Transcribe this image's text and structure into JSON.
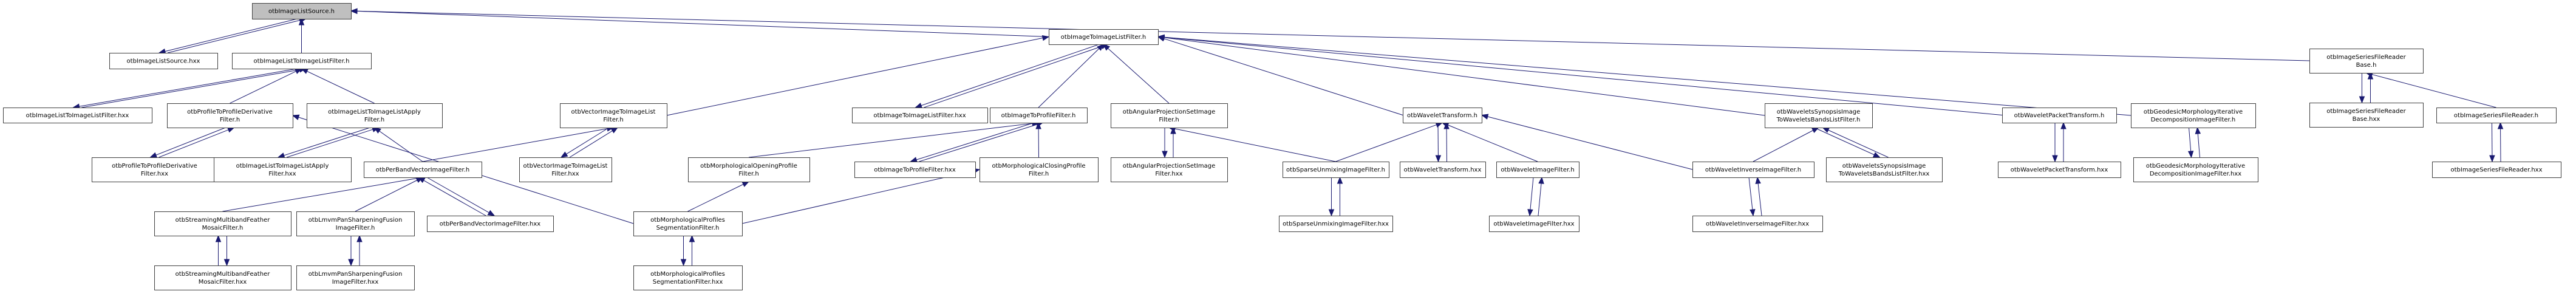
{
  "diagram": {
    "type": "include-dependency-graph",
    "root": "n0",
    "edge_color": "#191970",
    "root_fill": "#bfbfbf",
    "nodes": [
      {
        "id": "n0",
        "lines": [
          "otbImageListSource.h"
        ],
        "root": true
      },
      {
        "id": "n1",
        "lines": [
          "otbImageListSource.hxx"
        ]
      },
      {
        "id": "n2",
        "lines": [
          "otbImageListToImageListFilter.h"
        ]
      },
      {
        "id": "n3",
        "lines": [
          "otbImageListToImageListFilter.hxx"
        ]
      },
      {
        "id": "n4",
        "lines": [
          "otbProfileToProfileDerivative",
          "Filter.h"
        ]
      },
      {
        "id": "n5",
        "lines": [
          "otbImageListToImageListApply",
          "Filter.h"
        ]
      },
      {
        "id": "n6",
        "lines": [
          "otbProfileToProfileDerivative",
          "Filter.hxx"
        ]
      },
      {
        "id": "n7",
        "lines": [
          "otbImageListToImageListApply",
          "Filter.hxx"
        ]
      },
      {
        "id": "n8",
        "lines": [
          "otbPerBandVectorImageFilter.h"
        ]
      },
      {
        "id": "n9",
        "lines": [
          "otbStreamingMultibandFeather",
          "MosaicFilter.h"
        ]
      },
      {
        "id": "n10",
        "lines": [
          "otbLmvmPanSharpeningFusion",
          "ImageFilter.h"
        ]
      },
      {
        "id": "n11",
        "lines": [
          "otbPerBandVectorImageFilter.hxx"
        ]
      },
      {
        "id": "n12",
        "lines": [
          "otbStreamingMultibandFeather",
          "MosaicFilter.hxx"
        ]
      },
      {
        "id": "n13",
        "lines": [
          "otbLmvmPanSharpeningFusion",
          "ImageFilter.hxx"
        ]
      },
      {
        "id": "n14",
        "lines": [
          "otbVectorImageToImageList",
          "Filter.h"
        ]
      },
      {
        "id": "n15",
        "lines": [
          "otbVectorImageToImageList",
          "Filter.hxx"
        ]
      },
      {
        "id": "n16",
        "lines": [
          "otbImageToImageListFilter.h"
        ]
      },
      {
        "id": "n17",
        "lines": [
          "otbImageToImageListFilter.hxx"
        ]
      },
      {
        "id": "n18",
        "lines": [
          "otbImageToProfileFilter.h"
        ]
      },
      {
        "id": "n19",
        "lines": [
          "otbMorphologicalOpeningProfile",
          "Filter.h"
        ]
      },
      {
        "id": "n20",
        "lines": [
          "otbImageToProfileFilter.hxx"
        ]
      },
      {
        "id": "n21",
        "lines": [
          "otbMorphologicalClosingProfile",
          "Filter.h"
        ]
      },
      {
        "id": "n22",
        "lines": [
          "otbMorphologicalProfiles",
          "SegmentationFilter.h"
        ]
      },
      {
        "id": "n23",
        "lines": [
          "otbMorphologicalProfiles",
          "SegmentationFilter.hxx"
        ]
      },
      {
        "id": "n24",
        "lines": [
          "otbAngularProjectionSetImage",
          "Filter.h"
        ]
      },
      {
        "id": "n25",
        "lines": [
          "otbAngularProjectionSetImage",
          "Filter.hxx"
        ]
      },
      {
        "id": "n26",
        "lines": [
          "otbWaveletTransform.h"
        ]
      },
      {
        "id": "n27",
        "lines": [
          "otbSparseUnmixingImageFilter.h"
        ]
      },
      {
        "id": "n28",
        "lines": [
          "otbWaveletTransform.hxx"
        ]
      },
      {
        "id": "n29",
        "lines": [
          "otbWaveletImageFilter.h"
        ]
      },
      {
        "id": "n30",
        "lines": [
          "otbSparseUnmixingImageFilter.hxx"
        ]
      },
      {
        "id": "n31",
        "lines": [
          "otbWaveletImageFilter.hxx"
        ]
      },
      {
        "id": "n32",
        "lines": [
          "otbWaveletsSynopsisImage",
          "ToWaveletsBandsListFilter.h"
        ]
      },
      {
        "id": "n33",
        "lines": [
          "otbWaveletInverseImageFilter.h"
        ]
      },
      {
        "id": "n34",
        "lines": [
          "otbWaveletInverseImageFilter.hxx"
        ]
      },
      {
        "id": "n35",
        "lines": [
          "otbWaveletsSynopsisImage",
          "ToWaveletsBandsListFilter.hxx"
        ]
      },
      {
        "id": "n36",
        "lines": [
          "otbWaveletPacketTransform.h"
        ]
      },
      {
        "id": "n37",
        "lines": [
          "otbWaveletPacketTransform.hxx"
        ]
      },
      {
        "id": "n38",
        "lines": [
          "otbGeodesicMorphologyIterative",
          "DecompositionImageFilter.h"
        ]
      },
      {
        "id": "n39",
        "lines": [
          "otbGeodesicMorphologyIterative",
          "DecompositionImageFilter.hxx"
        ]
      },
      {
        "id": "n40",
        "lines": [
          "otbImageSeriesFileReader",
          "Base.h"
        ]
      },
      {
        "id": "n41",
        "lines": [
          "otbImageSeriesFileReader",
          "Base.hxx"
        ]
      },
      {
        "id": "n42",
        "lines": [
          "otbImageSeriesFileReader.h"
        ]
      },
      {
        "id": "n43",
        "lines": [
          "otbImageSeriesFileReader.hxx"
        ]
      }
    ],
    "edges": [
      {
        "from": "n1",
        "to": "n0"
      },
      {
        "from": "n0",
        "to": "n1"
      },
      {
        "from": "n2",
        "to": "n0"
      },
      {
        "from": "n16",
        "to": "n0"
      },
      {
        "from": "n40",
        "to": "n0"
      },
      {
        "from": "n3",
        "to": "n2"
      },
      {
        "from": "n2",
        "to": "n3"
      },
      {
        "from": "n4",
        "to": "n2"
      },
      {
        "from": "n5",
        "to": "n2"
      },
      {
        "from": "n6",
        "to": "n4"
      },
      {
        "from": "n4",
        "to": "n6"
      },
      {
        "from": "n22",
        "to": "n4"
      },
      {
        "from": "n7",
        "to": "n5"
      },
      {
        "from": "n5",
        "to": "n7"
      },
      {
        "from": "n8",
        "to": "n5"
      },
      {
        "from": "n9",
        "to": "n8"
      },
      {
        "from": "n10",
        "to": "n8"
      },
      {
        "from": "n11",
        "to": "n8"
      },
      {
        "from": "n8",
        "to": "n11"
      },
      {
        "from": "n12",
        "to": "n9"
      },
      {
        "from": "n9",
        "to": "n12"
      },
      {
        "from": "n13",
        "to": "n10"
      },
      {
        "from": "n10",
        "to": "n13"
      },
      {
        "from": "n8",
        "to": "n14"
      },
      {
        "from": "n15",
        "to": "n14"
      },
      {
        "from": "n14",
        "to": "n15"
      },
      {
        "from": "n14",
        "to": "n16"
      },
      {
        "from": "n17",
        "to": "n16"
      },
      {
        "from": "n16",
        "to": "n17"
      },
      {
        "from": "n18",
        "to": "n16"
      },
      {
        "from": "n24",
        "to": "n16"
      },
      {
        "from": "n26",
        "to": "n16"
      },
      {
        "from": "n32",
        "to": "n16"
      },
      {
        "from": "n36",
        "to": "n16"
      },
      {
        "from": "n38",
        "to": "n16"
      },
      {
        "from": "n20",
        "to": "n18"
      },
      {
        "from": "n18",
        "to": "n20"
      },
      {
        "from": "n19",
        "to": "n18"
      },
      {
        "from": "n21",
        "to": "n18"
      },
      {
        "from": "n22",
        "to": "n19"
      },
      {
        "from": "n22",
        "to": "n21"
      },
      {
        "from": "n23",
        "to": "n22"
      },
      {
        "from": "n22",
        "to": "n23"
      },
      {
        "from": "n25",
        "to": "n24"
      },
      {
        "from": "n24",
        "to": "n25"
      },
      {
        "from": "n27",
        "to": "n24"
      },
      {
        "from": "n27",
        "to": "n26"
      },
      {
        "from": "n28",
        "to": "n26"
      },
      {
        "from": "n26",
        "to": "n28"
      },
      {
        "from": "n29",
        "to": "n26"
      },
      {
        "from": "n33",
        "to": "n26"
      },
      {
        "from": "n30",
        "to": "n27"
      },
      {
        "from": "n27",
        "to": "n30"
      },
      {
        "from": "n31",
        "to": "n29"
      },
      {
        "from": "n29",
        "to": "n31"
      },
      {
        "from": "n33",
        "to": "n32"
      },
      {
        "from": "n35",
        "to": "n32"
      },
      {
        "from": "n32",
        "to": "n35"
      },
      {
        "from": "n34",
        "to": "n33"
      },
      {
        "from": "n33",
        "to": "n34"
      },
      {
        "from": "n37",
        "to": "n36"
      },
      {
        "from": "n36",
        "to": "n37"
      },
      {
        "from": "n39",
        "to": "n38"
      },
      {
        "from": "n38",
        "to": "n39"
      },
      {
        "from": "n41",
        "to": "n40"
      },
      {
        "from": "n40",
        "to": "n41"
      },
      {
        "from": "n42",
        "to": "n40"
      },
      {
        "from": "n43",
        "to": "n42"
      },
      {
        "from": "n42",
        "to": "n43"
      }
    ]
  }
}
